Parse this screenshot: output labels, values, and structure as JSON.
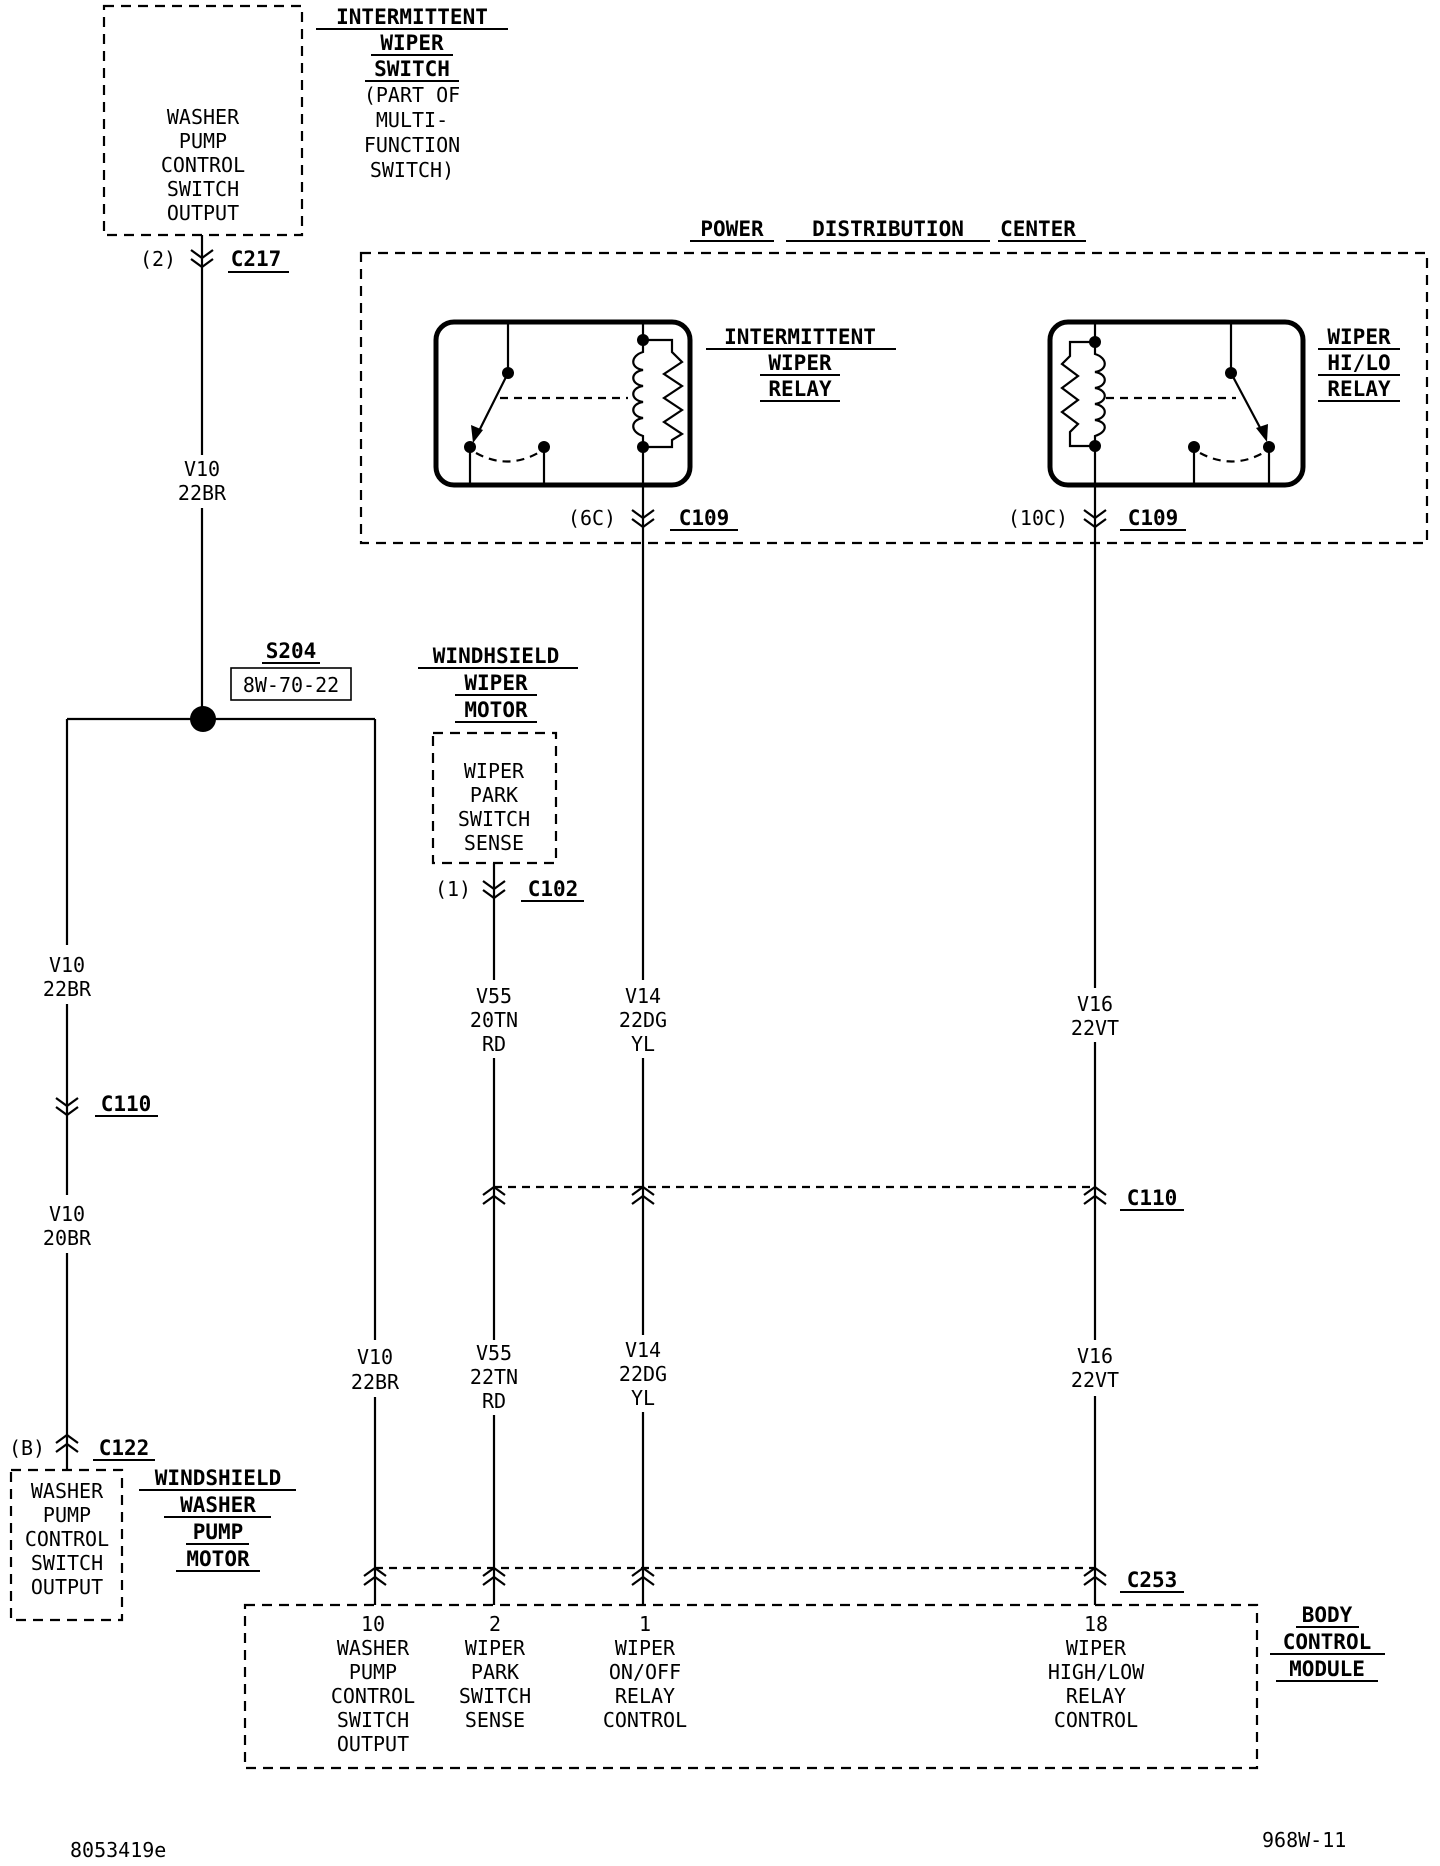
{
  "diagram": {
    "title_components": {
      "intermittent_wiper_switch": {
        "title": [
          "INTERMITTENT",
          "WIPER",
          "SWITCH"
        ],
        "note": [
          "(PART OF",
          "MULTI-",
          "FUNCTION",
          "SWITCH)"
        ],
        "inner_label": [
          "WASHER",
          "PUMP",
          "CONTROL",
          "SWITCH",
          "OUTPUT"
        ],
        "connector": {
          "pin": "(2)",
          "id": "C217"
        }
      },
      "power_distribution_center": {
        "title": [
          "POWER",
          "DISTRIBUTION",
          "CENTER"
        ],
        "intermittent_wiper_relay": {
          "title": [
            "INTERMITTENT",
            "WIPER",
            "RELAY"
          ],
          "connector": {
            "pin": "(6C)",
            "id": "C109"
          }
        },
        "wiper_hi_lo_relay": {
          "title": [
            "WIPER",
            "HI/LO",
            "RELAY"
          ],
          "connector": {
            "pin": "(10C)",
            "id": "C109"
          }
        }
      },
      "splice": {
        "id": "S204",
        "ref": "8W-70-22"
      },
      "windshield_wiper_motor": {
        "title": [
          "WINDHSIELD",
          "WIPER",
          "MOTOR"
        ],
        "inner_label": [
          "WIPER",
          "PARK",
          "SWITCH",
          "SENSE"
        ],
        "connector": {
          "pin": "(1)",
          "id": "C102"
        }
      },
      "windshield_washer_pump_motor": {
        "title": [
          "WINDSHIELD",
          "WASHER",
          "PUMP",
          "MOTOR"
        ],
        "inner_label": [
          "WASHER",
          "PUMP",
          "CONTROL",
          "SWITCH",
          "OUTPUT"
        ],
        "connector": {
          "pin": "(B)",
          "id": "C122"
        }
      },
      "body_control_module": {
        "title": [
          "BODY",
          "CONTROL",
          "MODULE"
        ],
        "connector": {
          "id": "C253"
        },
        "pins": [
          {
            "num": "10",
            "label": [
              "WASHER",
              "PUMP",
              "CONTROL",
              "SWITCH",
              "OUTPUT"
            ]
          },
          {
            "num": "2",
            "label": [
              "WIPER",
              "PARK",
              "SWITCH",
              "SENSE"
            ]
          },
          {
            "num": "1",
            "label": [
              "WIPER",
              "ON/OFF",
              "RELAY",
              "CONTROL"
            ]
          },
          {
            "num": "18",
            "label": [
              "WIPER",
              "HIGH/LOW",
              "RELAY",
              "CONTROL"
            ]
          }
        ]
      }
    },
    "inline_connectors": {
      "c110_left": "C110",
      "c110_right": "C110"
    },
    "wires": {
      "v10_upper": [
        "V10",
        "22BR"
      ],
      "v10_left_mid": [
        "V10",
        "22BR"
      ],
      "v10_left_low": [
        "V10",
        "20BR"
      ],
      "v10_right": [
        "V10",
        "22BR"
      ],
      "v55_upper": [
        "V55",
        "20TN",
        "RD"
      ],
      "v55_lower": [
        "V55",
        "22TN",
        "RD"
      ],
      "v14_upper": [
        "V14",
        "22DG",
        "YL"
      ],
      "v14_lower": [
        "V14",
        "22DG",
        "YL"
      ],
      "v16_upper": [
        "V16",
        "22VT"
      ],
      "v16_lower": [
        "V16",
        "22VT"
      ]
    },
    "footer": {
      "left_code": "8053419e",
      "right_code": "968W-11"
    }
  }
}
